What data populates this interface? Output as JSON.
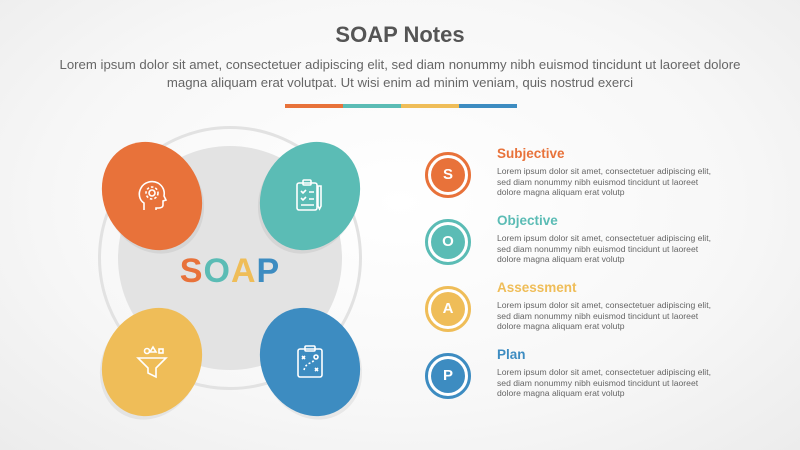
{
  "header": {
    "title": "SOAP Notes",
    "subtitle": "Lorem ipsum dolor sit amet, consectetuer adipiscing elit, sed diam nonummy nibh euismod tincidunt ut laoreet dolore magna aliquam erat volutpat. Ut wisi enim ad minim veniam, quis nostrud exerci"
  },
  "colors": {
    "orange": "#e8723a",
    "teal": "#5bbcb5",
    "yellow": "#efbd58",
    "blue": "#3d8cc1",
    "grey_circle": "#e3e3e3"
  },
  "center": {
    "letters": [
      "S",
      "O",
      "A",
      "P"
    ]
  },
  "petals": [
    {
      "icon": "head-gear-icon",
      "color": "#e8723a"
    },
    {
      "icon": "clipboard-checklist-icon",
      "color": "#5bbcb5"
    },
    {
      "icon": "funnel-filter-icon",
      "color": "#efbd58"
    },
    {
      "icon": "tactics-board-icon",
      "color": "#3d8cc1"
    }
  ],
  "items": [
    {
      "letter": "S",
      "title": "Subjective",
      "color": "#e8723a",
      "text": "Lorem ipsum dolor sit amet, consectetuer adipiscing elit, sed diam nonummy nibh euismod tincidunt ut laoreet dolore magna aliquam erat volutp"
    },
    {
      "letter": "O",
      "title": "Objective",
      "color": "#5bbcb5",
      "text": "Lorem ipsum dolor sit amet, consectetuer adipiscing elit, sed diam nonummy nibh euismod tincidunt ut laoreet dolore magna aliquam erat volutp"
    },
    {
      "letter": "A",
      "title": "Assessment",
      "color": "#efbd58",
      "text": "Lorem ipsum dolor sit amet, consectetuer adipiscing elit, sed diam nonummy nibh euismod tincidunt ut laoreet dolore magna aliquam erat volutp"
    },
    {
      "letter": "P",
      "title": "Plan",
      "color": "#3d8cc1",
      "text": "Lorem ipsum dolor sit amet, consectetuer adipiscing elit, sed diam nonummy nibh euismod tincidunt ut laoreet dolore magna aliquam erat volutp"
    }
  ]
}
